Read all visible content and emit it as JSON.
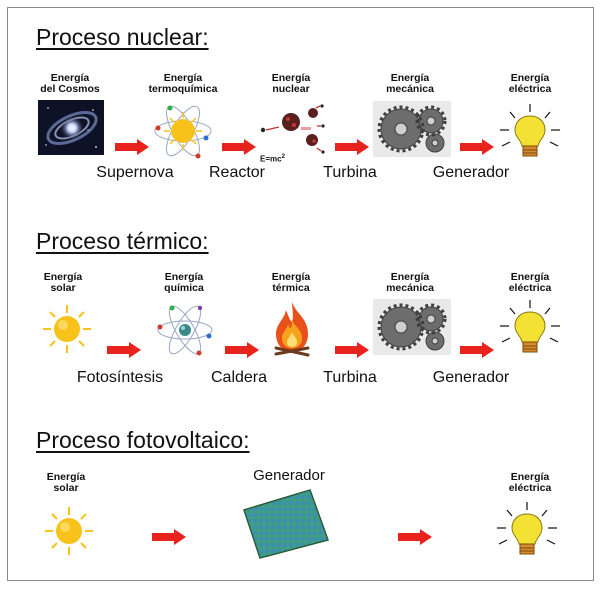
{
  "sections": {
    "nuclear": {
      "title": "Proceso nuclear:",
      "energies": {
        "cosmos": [
          "Energía",
          "del Cosmos"
        ],
        "termoquimica": [
          "Energía",
          "termoquímica"
        ],
        "nuclear": [
          "Energía",
          "nuclear"
        ],
        "mecanica": [
          "Energía",
          "mecánica"
        ],
        "electrica": [
          "Energía",
          "eléctrica"
        ]
      },
      "formula": "E=mc",
      "formula_exp": "2",
      "processes": {
        "p1": "Supernova",
        "p2": "Reactor",
        "p3": "Turbina",
        "p4": "Generador"
      }
    },
    "termico": {
      "title": "Proceso térmico:",
      "energies": {
        "solar": [
          "Energía",
          "solar"
        ],
        "quimica": [
          "Energía",
          "química"
        ],
        "termica": [
          "Energía",
          "térmica"
        ],
        "mecanica": [
          "Energía",
          "mecánica"
        ],
        "electrica": [
          "Energía",
          "eléctrica"
        ]
      },
      "processes": {
        "p1": "Fotosíntesis",
        "p2": "Caldera",
        "p3": "Turbina",
        "p4": "Generador"
      }
    },
    "fotovoltaico": {
      "title": "Proceso fotovoltaico:",
      "energies": {
        "solar": [
          "Energía",
          "solar"
        ],
        "electrica": [
          "Energía",
          "eléctrica"
        ]
      },
      "generator_label": "Generador"
    }
  },
  "colors": {
    "arrow": "#e8221c",
    "sun": "#f7c21a",
    "bulb": "#f3e233",
    "panel": "#3a9a5c",
    "fire": "#e8501c"
  },
  "icons": [
    "galaxy-icon",
    "sun-atom-icon",
    "nuclear-fission-icon",
    "gears-icon",
    "lightbulb-icon",
    "sun-icon",
    "atom-icon",
    "fire-icon",
    "solar-panel-icon"
  ]
}
